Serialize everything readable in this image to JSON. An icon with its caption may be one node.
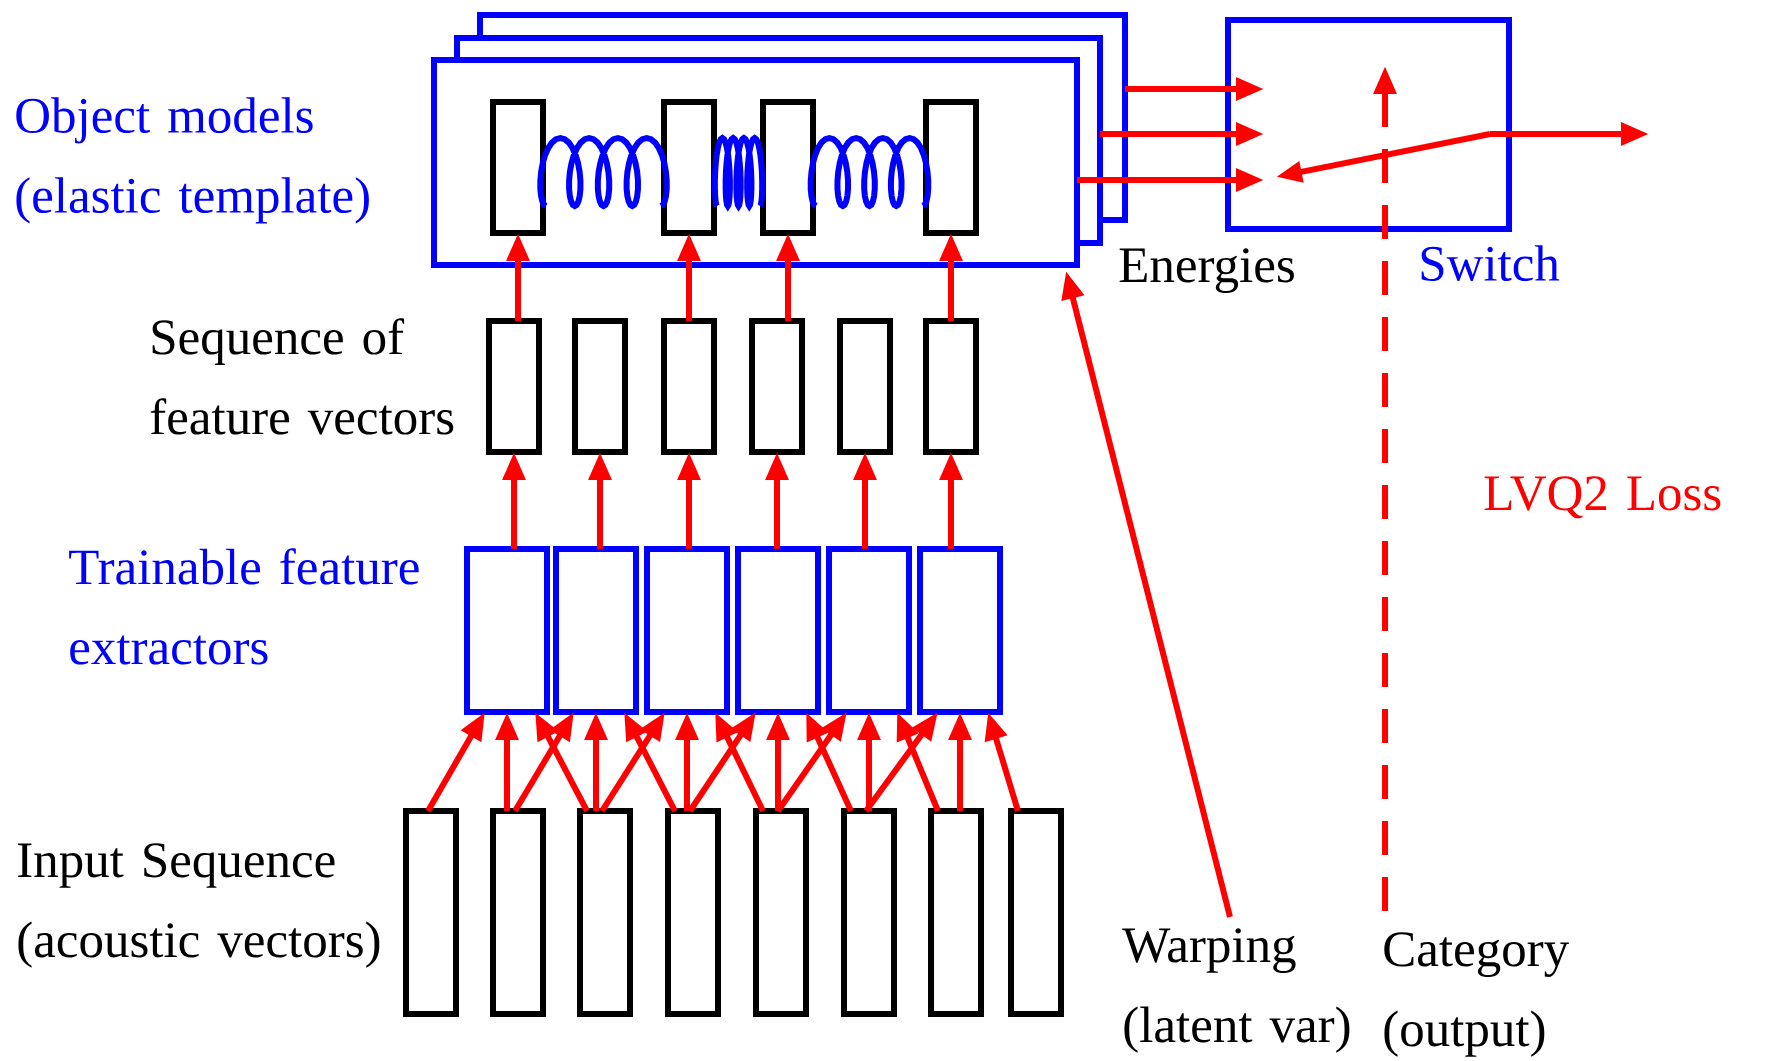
{
  "diagram": {
    "nodes": [
      {
        "text": [],
        "shape": "box"
      },
      {
        "text": [],
        "shape": "box",
        "in": 0
      },
      {
        "text": [],
        "shape": "box",
        "in": 0
      },
      {
        "text": [],
        "shape": "box",
        "in": 0
      },
      {
        "text": [],
        "shape": "box",
        "in": 0
      },
      {
        "text": [
          "Switch"
        ]
      },
      {
        "text": [],
        "shape": "box"
      },
      {
        "text": [],
        "shape": "box"
      },
      {
        "text": [],
        "shape": "box"
      },
      {
        "text": [],
        "shape": "box"
      },
      {
        "text": [],
        "shape": "box"
      },
      {
        "text": [],
        "shape": "box"
      },
      {
        "text": [],
        "shape": "box"
      },
      {
        "text": [],
        "shape": "box"
      },
      {
        "text": [],
        "shape": "box"
      },
      {
        "text": [],
        "shape": "box"
      },
      {
        "text": [],
        "shape": "box"
      },
      {
        "text": [],
        "shape": "box"
      },
      {
        "text": [],
        "shape": "box"
      },
      {
        "text": [],
        "shape": "box"
      },
      {
        "text": [],
        "shape": "box"
      },
      {
        "text": [],
        "shape": "box"
      },
      {
        "text": [],
        "shape": "box"
      },
      {
        "text": [],
        "shape": "box"
      },
      {
        "text": [],
        "shape": "box"
      },
      {
        "text": [],
        "shape": "box"
      },
      {
        "text": [
          "Warping (latent var)"
        ]
      },
      {
        "text": [
          "Category (output)"
        ]
      }
    ],
    "edges": [
      {
        "from": 0,
        "to": 5,
        "arrow": "to"
      },
      {
        "from": 0,
        "to": 5,
        "arrow": "to"
      },
      {
        "from": 0,
        "to": 5,
        "arrow": "to"
      },
      {
        "from": 5,
        "to": null,
        "arrow": "to"
      },
      {
        "from": 1,
        "to": 2,
        "arrow": "none",
        "color": "#0000ff"
      },
      {
        "from": 2,
        "to": 3,
        "arrow": "none",
        "color": "#0000ff"
      },
      {
        "from": 3,
        "to": 4,
        "arrow": "none",
        "color": "#0000ff"
      },
      {
        "from": 6,
        "to": 1,
        "arrow": "to"
      },
      {
        "from": 8,
        "to": 2,
        "arrow": "to"
      },
      {
        "from": 9,
        "to": 3,
        "arrow": "to"
      },
      {
        "from": 11,
        "to": 4,
        "arrow": "to"
      },
      {
        "from": 12,
        "to": 6,
        "arrow": "to"
      },
      {
        "from": 13,
        "to": 7,
        "arrow": "to"
      },
      {
        "from": 14,
        "to": 8,
        "arrow": "to"
      },
      {
        "from": 15,
        "to": 9,
        "arrow": "to"
      },
      {
        "from": 16,
        "to": 10,
        "arrow": "to"
      },
      {
        "from": 17,
        "to": 11,
        "arrow": "to"
      },
      {
        "from": 18,
        "to": 12,
        "arrow": "to"
      },
      {
        "from": 19,
        "to": 12,
        "arrow": "to"
      },
      {
        "from": 20,
        "to": 12,
        "arrow": "to"
      },
      {
        "from": 19,
        "to": 13,
        "arrow": "to"
      },
      {
        "from": 20,
        "to": 13,
        "arrow": "to"
      },
      {
        "from": 21,
        "to": 13,
        "arrow": "to"
      },
      {
        "from": 20,
        "to": 14,
        "arrow": "to"
      },
      {
        "from": 21,
        "to": 14,
        "arrow": "to"
      },
      {
        "from": 22,
        "to": 14,
        "arrow": "to"
      },
      {
        "from": 21,
        "to": 15,
        "arrow": "to"
      },
      {
        "from": 22,
        "to": 15,
        "arrow": "to"
      },
      {
        "from": 23,
        "to": 15,
        "arrow": "to"
      },
      {
        "from": 22,
        "to": 16,
        "arrow": "to"
      },
      {
        "from": 23,
        "to": 16,
        "arrow": "to"
      },
      {
        "from": 24,
        "to": 16,
        "arrow": "to"
      },
      {
        "from": 23,
        "to": 17,
        "arrow": "to"
      },
      {
        "from": 24,
        "to": 17,
        "arrow": "to"
      },
      {
        "from": 25,
        "to": 17,
        "arrow": "to"
      },
      {
        "from": 26,
        "to": 0,
        "arrow": "to"
      },
      {
        "from": 27,
        "to": 5,
        "arrow": "to",
        "style": "dashed"
      }
    ],
    "labels": [
      "Object models (elastic template)",
      "Sequence of feature vectors",
      "Trainable feature extractors",
      "Input Sequence (acoustic vectors)",
      "Energies",
      "LVQ2 Loss"
    ]
  }
}
